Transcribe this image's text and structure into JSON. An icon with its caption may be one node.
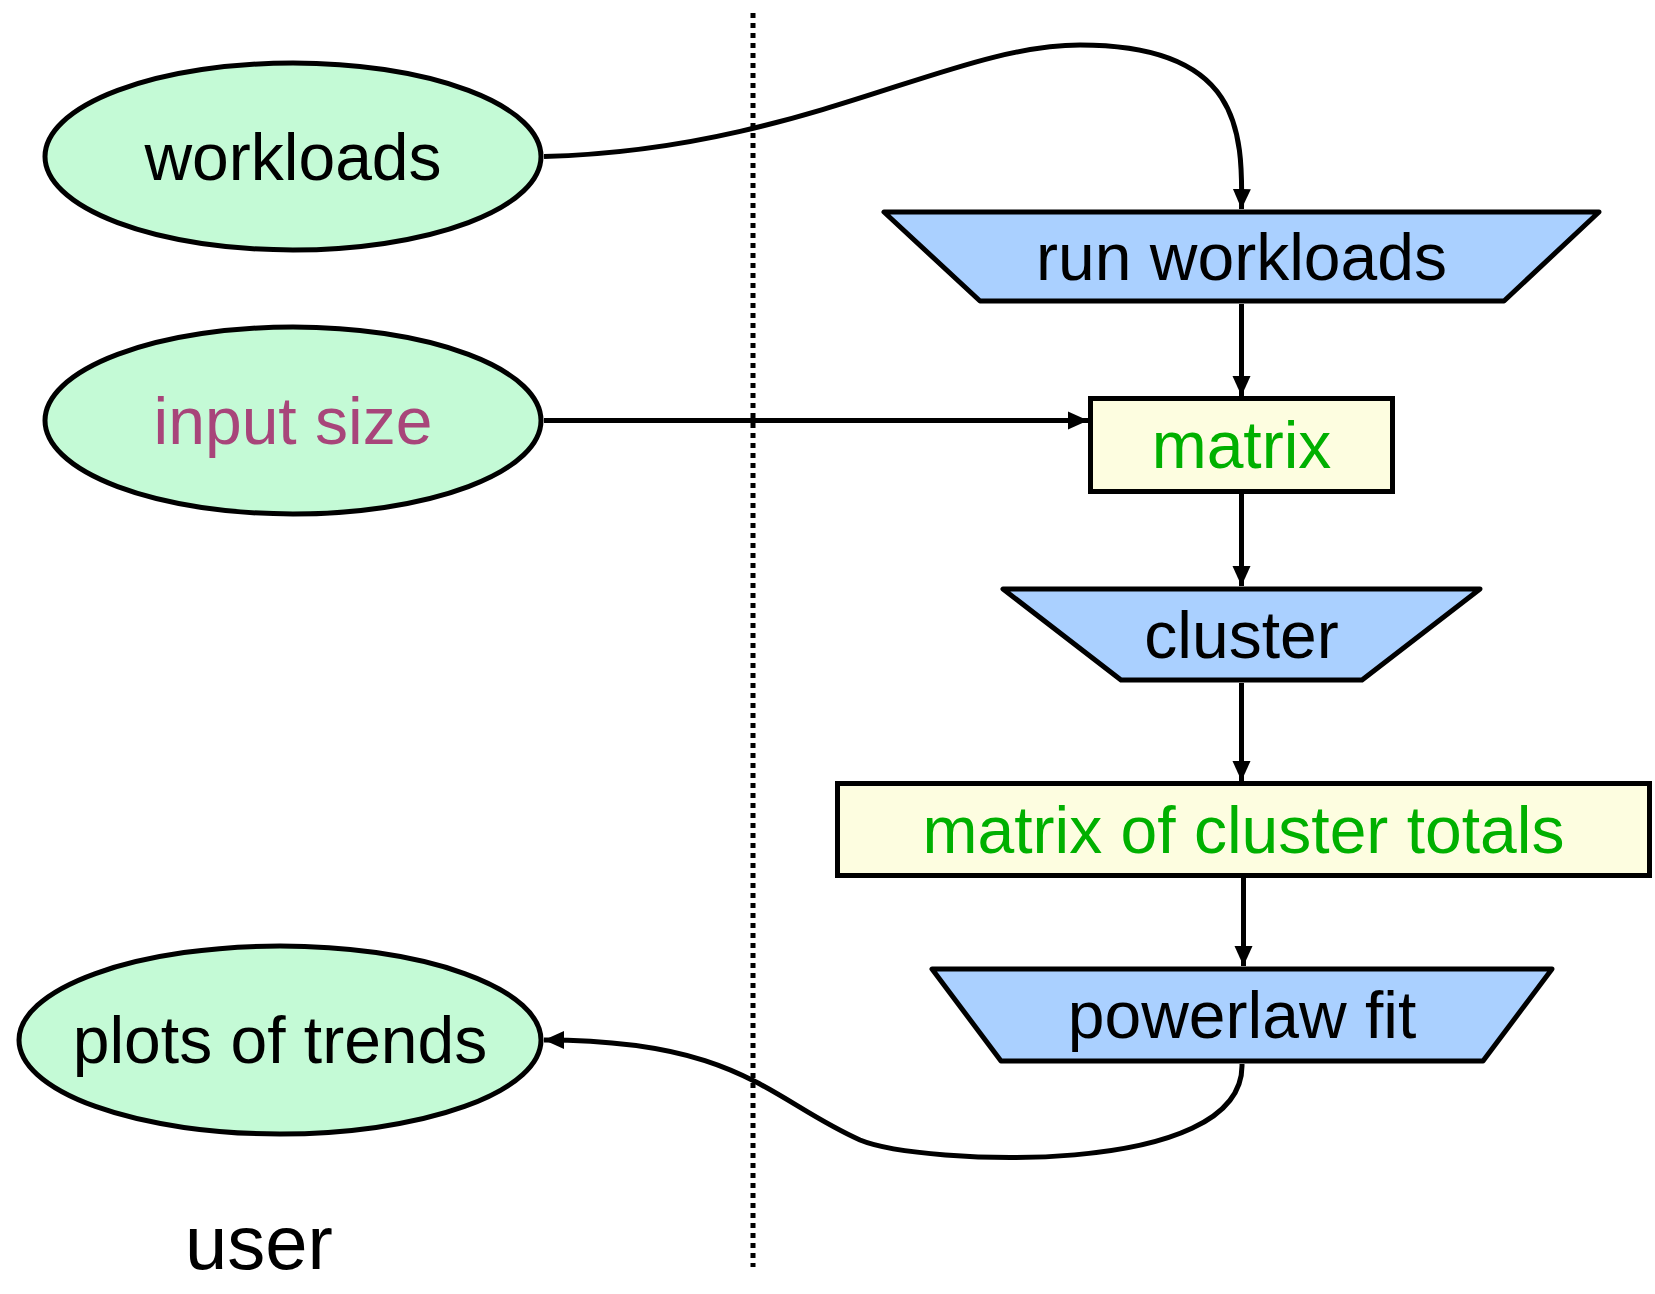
{
  "diagram": {
    "nodes": [
      {
        "text": [
          "workloads"
        ]
      },
      {
        "text": [
          "input size"
        ]
      },
      {
        "text": [
          "plots of trends"
        ]
      },
      {
        "text": [
          "run workloads"
        ]
      },
      {
        "text": [
          "matrix"
        ]
      },
      {
        "text": [
          "cluster"
        ]
      },
      {
        "text": [
          "matrix of cluster totals"
        ]
      },
      {
        "text": [
          "powerlaw fit"
        ]
      }
    ],
    "edges": [
      {
        "from": 0,
        "to": 3,
        "arrow": "to"
      },
      {
        "from": 3,
        "to": 4,
        "arrow": "to"
      },
      {
        "from": 1,
        "to": 4,
        "arrow": "to"
      },
      {
        "from": 4,
        "to": 5,
        "arrow": "to"
      },
      {
        "from": 5,
        "to": 6,
        "arrow": "to"
      },
      {
        "from": 6,
        "to": 7,
        "arrow": "to"
      },
      {
        "from": 7,
        "to": 2,
        "arrow": "to"
      }
    ],
    "labels": [
      "user"
    ]
  }
}
